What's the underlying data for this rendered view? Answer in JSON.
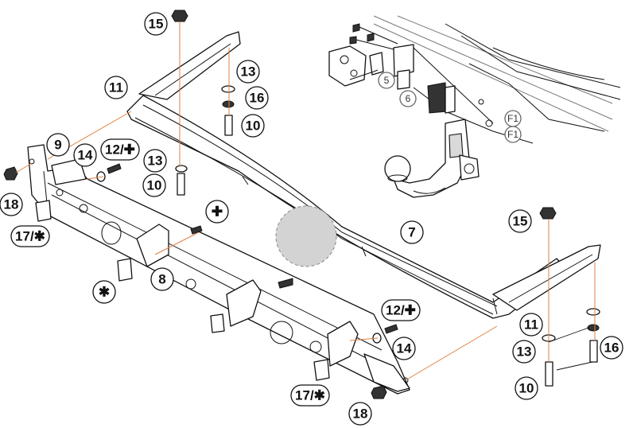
{
  "callouts": {
    "c15_top": "15",
    "c13_top": "13",
    "c16_top": "16",
    "c10_top": "10",
    "c11_top": "11",
    "c9": "9",
    "c14_left": "14",
    "c12_left": "12/✚",
    "c13_left": "13",
    "c10_left": "10",
    "c18_left": "18",
    "c17_left": "17/✱",
    "c_plus": "✚",
    "c8": "8",
    "c_star": "✱",
    "c7": "7",
    "c15_right": "15",
    "c11_right": "11",
    "c13_right": "13",
    "c16_right": "16",
    "c10_right": "10",
    "c12_bottom": "12/✚",
    "c14_bottom": "14",
    "c17_bottom": "17/✱",
    "c18_bottom": "18",
    "c5": "5",
    "c6": "6",
    "cF1_a": "F1",
    "cF1_b": "F1"
  },
  "colors": {
    "line": "#111111",
    "leader_orange": "#e08040",
    "placeholder_circle": "#d3d3d3"
  }
}
